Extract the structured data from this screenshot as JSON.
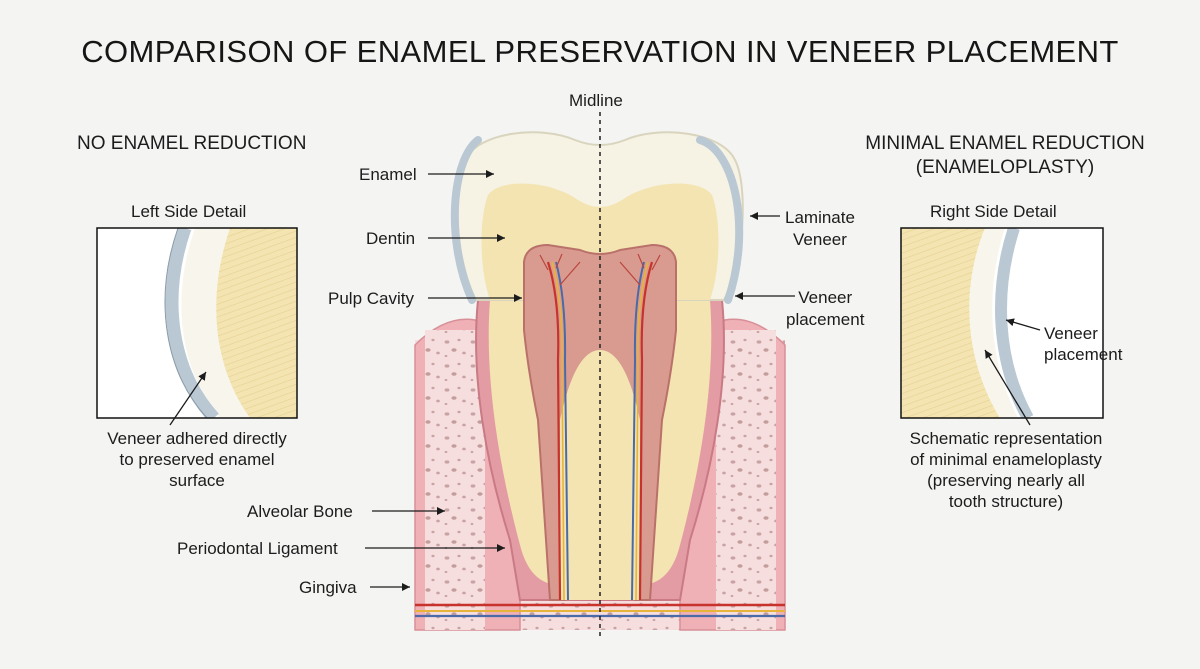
{
  "title": "COMPARISON OF ENAMEL PRESERVATION IN VENEER PLACEMENT",
  "midline_label": "Midline",
  "left": {
    "heading": "NO ENAMEL REDUCTION",
    "detail_title": "Left Side Detail",
    "caption": [
      "Veneer adhered directly",
      "to preserved enamel",
      "surface"
    ]
  },
  "right": {
    "heading_line1": "MINIMAL ENAMEL REDUCTION",
    "heading_line2": "(ENAMELOPLASTY)",
    "detail_title": "Right Side Detail",
    "detail_label": [
      "Veneer",
      "placement"
    ],
    "caption": [
      "Schematic representation",
      "of minimal enameloplasty",
      "(preserving nearly all",
      "tooth structure)"
    ]
  },
  "labels": {
    "enamel": "Enamel",
    "dentin": "Dentin",
    "pulp_cavity": "Pulp Cavity",
    "alveolar_bone": "Alveolar Bone",
    "periodontal_ligament": "Periodontal Ligament",
    "gingiva": "Gingiva",
    "laminate_veneer": [
      "Laminate",
      "Veneer"
    ],
    "veneer_placement": [
      "Veneer",
      "placement"
    ]
  },
  "colors": {
    "enamel": "#f6f3e4",
    "dentin": "#f3e6b4",
    "pulp": "#d79a8e",
    "gum": "#eeaab0",
    "bone": "#f5dcdc",
    "veneer": "#b9c8d3",
    "nerve": "#e7b43a",
    "artery": "#c8322c",
    "vein": "#4a6aa8"
  }
}
